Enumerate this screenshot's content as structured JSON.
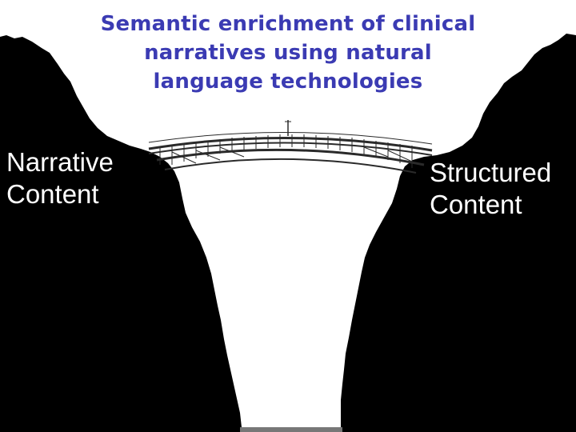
{
  "title": {
    "lines": [
      "Semantic enrichment of clinical",
      "narratives using natural",
      "language technologies"
    ]
  },
  "left_cliff": {
    "lines": [
      "Narrative",
      "Content"
    ]
  },
  "right_cliff": {
    "lines": [
      "Structured",
      "Content"
    ]
  },
  "colors": {
    "title": "#3b3bb3",
    "cliff": "#000000",
    "sky": "#ffffff",
    "bridge": "#2a2a2a"
  }
}
